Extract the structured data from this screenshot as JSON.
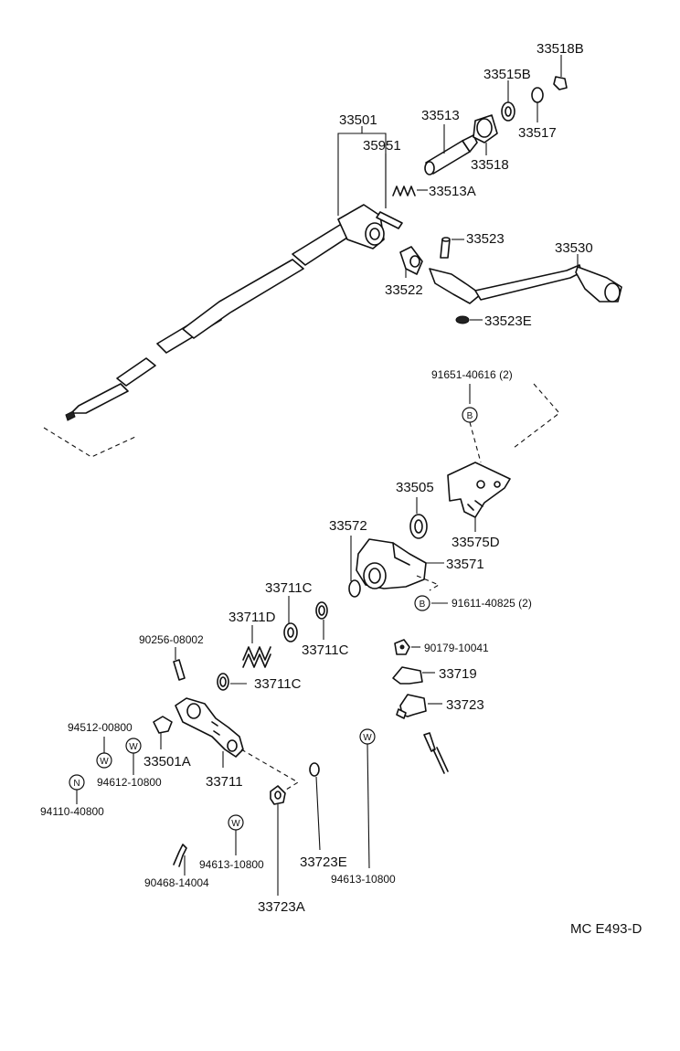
{
  "labels": {
    "p33518B": "33518B",
    "p33515B": "33515B",
    "p33517": "33517",
    "p33513": "33513",
    "p33518": "33518",
    "p33501": "33501",
    "p35951": "35951",
    "p33513A": "33513A",
    "p33523": "33523",
    "p33530": "33530",
    "p33522": "33522",
    "p33523E": "33523E",
    "p91651": "91651-40616 (2)",
    "p33505": "33505",
    "p33575D": "33575D",
    "p33572": "33572",
    "p33571": "33571",
    "p91611": "91611-40825 (2)",
    "p33711C_a": "33711C",
    "p33711D": "33711D",
    "p33711C_b": "33711C",
    "p90256": "90256-08002",
    "p33711C_c": "33711C",
    "p90179": "90179-10041",
    "p33719": "33719",
    "p33723": "33723",
    "p94512": "94512-00800",
    "p33501A": "33501A",
    "p94612": "94612-10800",
    "p33711": "33711",
    "p94110": "94110-40800",
    "p94613_a": "94613-10800",
    "p33723E": "33723E",
    "p94613_b": "94613-10800",
    "p90468": "90468-14004",
    "p33723A": "33723A",
    "diagram_code": "MC  E493-D"
  },
  "symbols": {
    "bolt": "B",
    "washer": "W",
    "nut": "N"
  }
}
